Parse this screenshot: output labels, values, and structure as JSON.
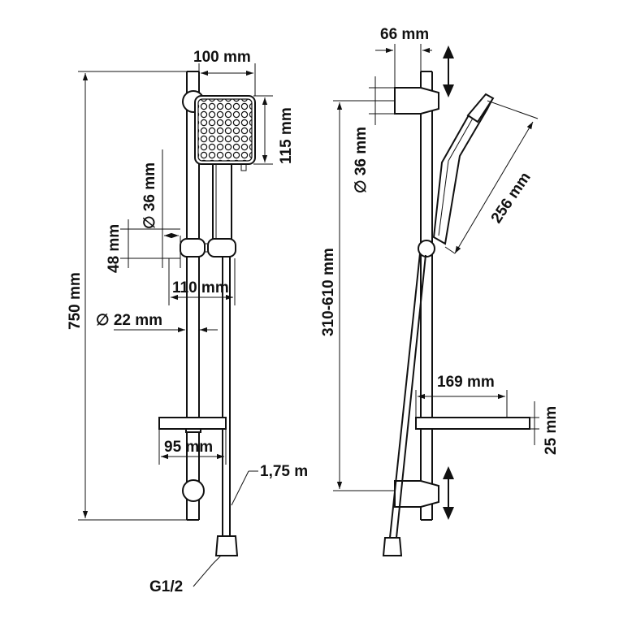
{
  "labels": {
    "handshower_width": "100 mm",
    "handshower_height": "115 mm",
    "holder_diameter": "∅ 36 mm",
    "holder_height": "48 mm",
    "holder_width": "110 mm",
    "rail_diameter": "∅ 22 mm",
    "total_height": "750 mm",
    "soap_dish_width": "95 mm",
    "hose_length": "1,75 m",
    "connection_thread": "G1/2",
    "bracket_depth": "66 mm",
    "holder_diameter_side": "∅ 36 mm",
    "handshower_length": "256 mm",
    "adjustable_range": "310-610 mm",
    "soap_dish_depth": "169 mm",
    "soap_dish_height": "25 mm"
  },
  "colors": {
    "line": "#111111",
    "background": "#ffffff"
  },
  "icons": {
    "top_adjust_arrow": "double-arrow-vertical-icon",
    "bottom_adjust_arrow": "double-arrow-vertical-icon"
  }
}
